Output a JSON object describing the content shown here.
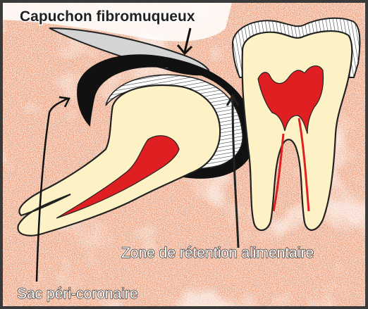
{
  "labels": {
    "capuchon": "Capuchon fibromuqueux",
    "retention": "Zone de rétention alimentaire",
    "sac": "Sac péri-coronaire"
  },
  "colors": {
    "bone": "#d9542f",
    "bone_light": "#f3c3ac",
    "enamel": "#fcf2c6",
    "pulp": "#e01f22",
    "gum_hood": "#111111",
    "outline": "#222222",
    "frame": "#3a3a3a"
  }
}
